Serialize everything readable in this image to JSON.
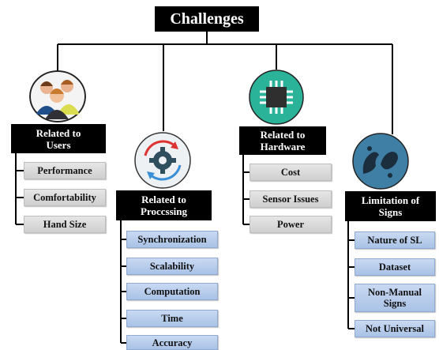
{
  "root": {
    "label": "Challenges"
  },
  "categories": [
    {
      "line1": "Related to",
      "line2": "Users",
      "items": [
        "Performance",
        "Comfortability",
        "Hand Size"
      ]
    },
    {
      "line1": "Related to",
      "line2": "Proccssing",
      "items": [
        "Synchronization",
        "Scalability",
        "Computation",
        "Time",
        "Accuracy"
      ]
    },
    {
      "line1": "Related to",
      "line2": "Hardware",
      "items": [
        "Cost",
        "Sensor Issues",
        "Power"
      ]
    },
    {
      "line1": "Limitation of",
      "line2": "Signs",
      "items": [
        "Nature of SL",
        "Dataset",
        "Non-Manual Signs",
        "Not Universal"
      ]
    }
  ],
  "colors": {
    "header_bg": "#000000",
    "header_text": "#ffffff",
    "item_gray": "#d9d9d9",
    "item_blue": "#b4cbeb",
    "hardware_icon": "#2bb39a",
    "signs_icon": "#3f7fa6"
  },
  "icons": [
    "users-group-icon",
    "gear-sync-icon",
    "chip-icon",
    "hand-signs-icon"
  ]
}
